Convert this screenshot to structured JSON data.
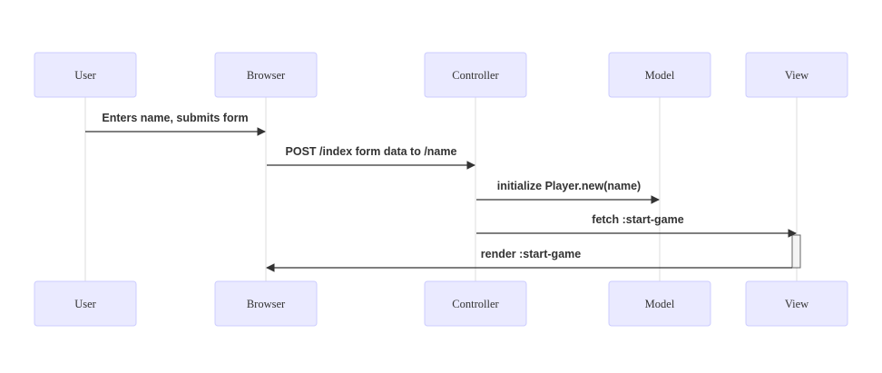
{
  "participants": [
    {
      "id": "user",
      "label": "User"
    },
    {
      "id": "browser",
      "label": "Browser"
    },
    {
      "id": "controller",
      "label": "Controller"
    },
    {
      "id": "model",
      "label": "Model"
    },
    {
      "id": "view",
      "label": "View"
    }
  ],
  "messages": [
    {
      "from": "user",
      "to": "browser",
      "label": "Enters name, submits form"
    },
    {
      "from": "browser",
      "to": "controller",
      "label": "POST /index form data to /name"
    },
    {
      "from": "controller",
      "to": "model",
      "label": "initialize Player.new(name)"
    },
    {
      "from": "controller",
      "to": "view",
      "label": "fetch :start-game"
    },
    {
      "from": "view",
      "to": "browser",
      "label": "render :start-game"
    }
  ],
  "colors": {
    "actor_fill": "#eaeaff",
    "actor_stroke": "#ccccff",
    "lifeline": "#dddddd",
    "arrow": "#333333",
    "activation_fill": "#f4f4f4",
    "activation_stroke": "#666666"
  }
}
